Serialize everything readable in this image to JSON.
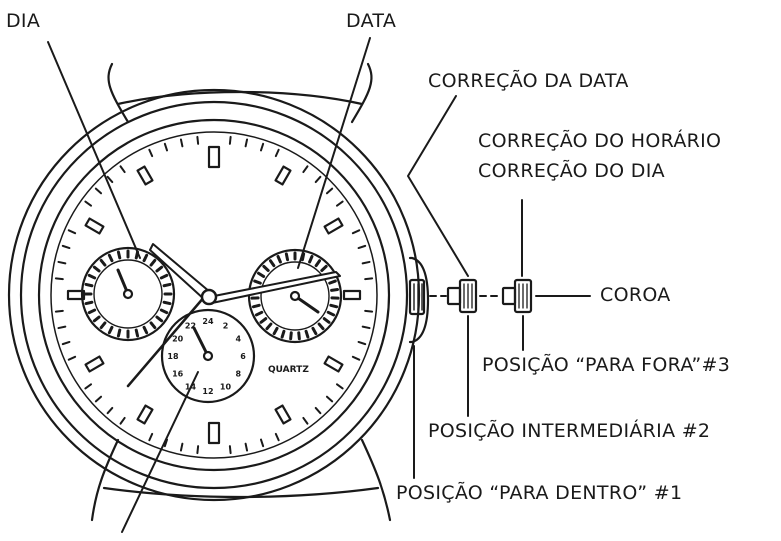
{
  "labels": {
    "dia": "DIA",
    "data": "DATA",
    "correcao_data": "CORREÇÃO DA DATA",
    "correcao_horario": "CORREÇÃO DO HORÁRIO",
    "correcao_dia": "CORREÇÃO DO DIA",
    "coroa": "COROA",
    "posicao_fora": "POSIÇÃO “PARA FORA”#3",
    "posicao_intermediaria": "POSIÇÃO INTERMEDIÁRIA #2",
    "posicao_dentro": "POSIÇÃO “PARA DENTRO” #1"
  },
  "dial": {
    "brand": "QUARTZ",
    "subdial_24h": [
      "24",
      "2",
      "4",
      "6",
      "8",
      "10",
      "12",
      "14",
      "16",
      "18",
      "20",
      "22"
    ]
  },
  "colors": {
    "ink": "#1a1a1a",
    "background": "#ffffff"
  }
}
